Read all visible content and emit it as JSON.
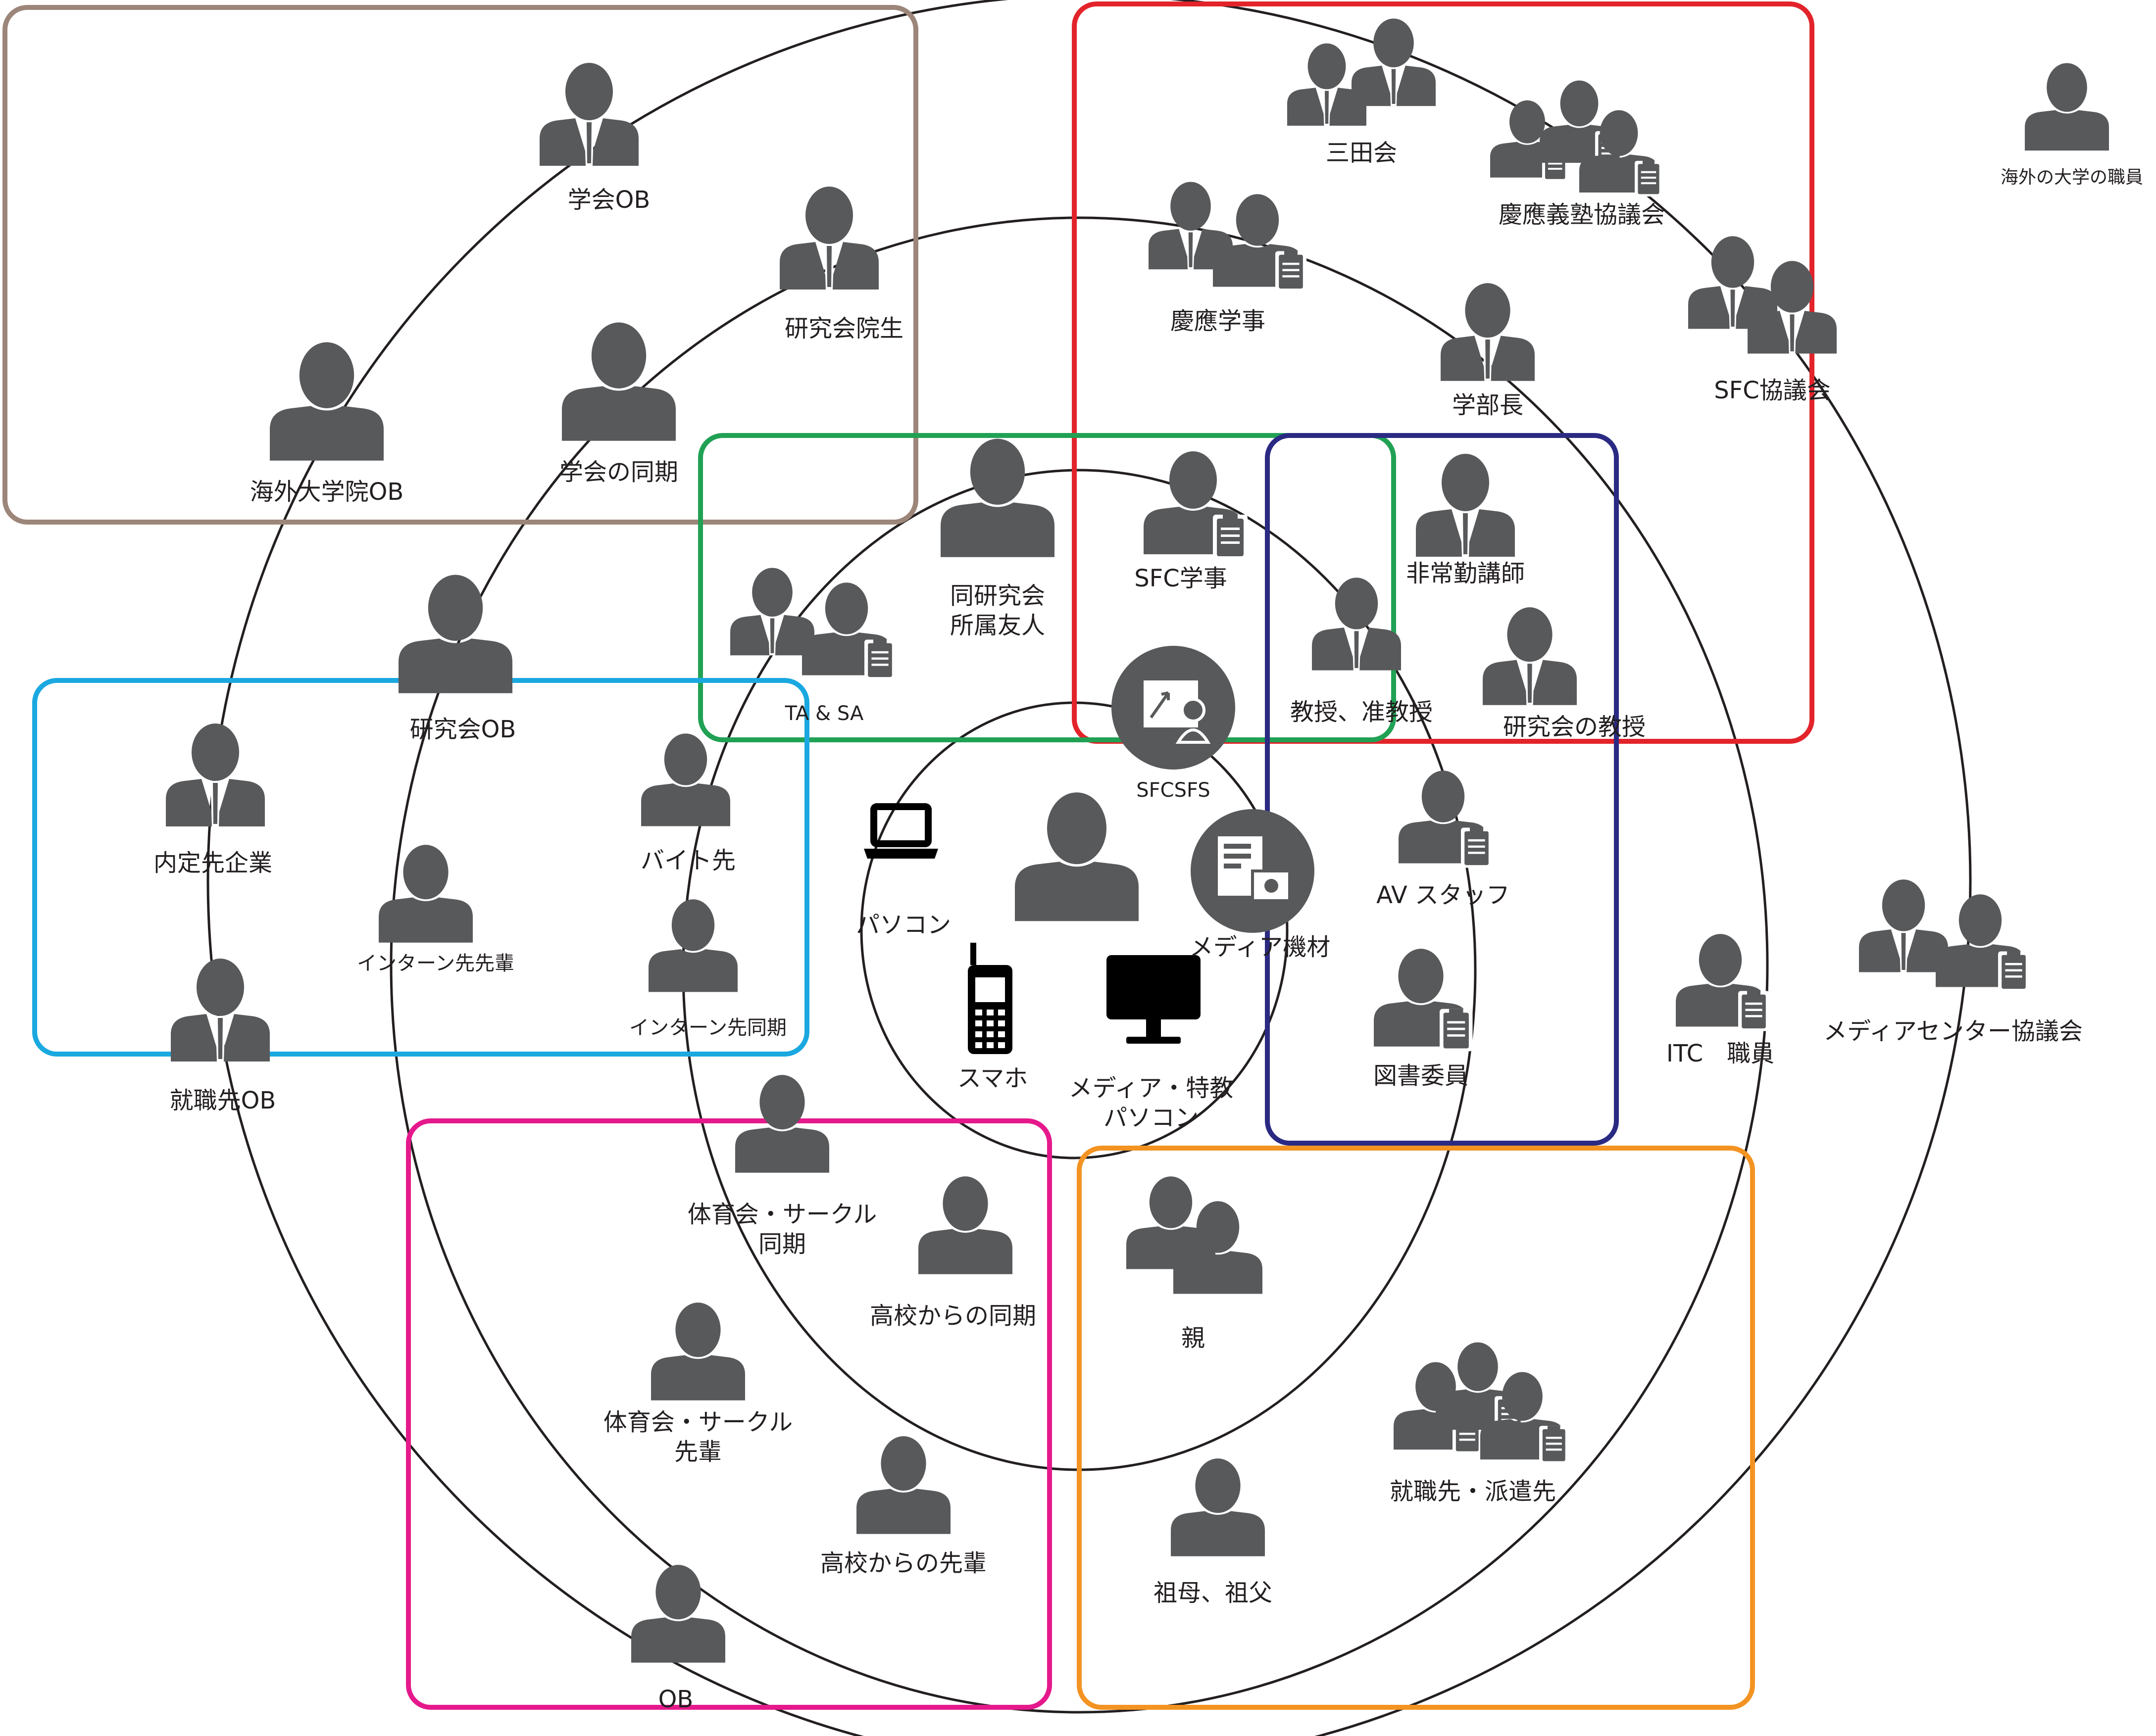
{
  "colors": {
    "person": "#58595b",
    "line": "#231f20",
    "group_research": "#9c8579",
    "group_keio": "#e3232a",
    "group_lab": "#20a154",
    "group_faculty": "#2b2a83",
    "group_work": "#1aa8e0",
    "group_club": "#e5198c",
    "group_family": "#f39322"
  },
  "center": {
    "label": ""
  },
  "nodes": {
    "gakkai_ob": "学会OB",
    "kenkyukai_insei": "研究会院生",
    "kaigai_daigakuin_ob": "海外大学院OB",
    "gakkai_doki": "学会の同期",
    "mitakai": "三田会",
    "keio_kyogikai": "慶應義塾協議会",
    "keio_gakuji": "慶應学事",
    "gakubucho": "学部長",
    "sfc_kyogikai": "SFC協議会",
    "kaigai_shokuin": "海外の大学の職員",
    "doken_yujin_1": "同研究会",
    "doken_yujin_2": "所属友人",
    "sfc_gakuji": "SFC学事",
    "hijokin": "非常勤講師",
    "kyoju": "教授、准教授",
    "kenkyukai_kyoju": "研究会の教授",
    "ta_sa": "TA & SA",
    "kenkyukai_ob": "研究会OB",
    "sfcsfs": "SFCSFS",
    "naitei": "内定先企業",
    "baito": "バイト先",
    "intern_senpai": "インターン先先輩",
    "intern_doki": "インターン先同期",
    "shushoku_ob": "就職先OB",
    "pasokon": "パソコン",
    "media_kizai": "メディア機材",
    "av_staff": "AV スタッフ",
    "sumaho": "スマホ",
    "media_pc_1": "メディア・特教",
    "media_pc_2": "パソコン",
    "tosho": "図書委員",
    "itc": "ITC　職員",
    "media_center": "メディアセンター協議会",
    "club_doki_1": "体育会・サークル",
    "club_doki_2": "同期",
    "koko_doki": "高校からの同期",
    "oya": "親",
    "club_senpai_1": "体育会・サークル",
    "club_senpai_2": "先輩",
    "koko_senpai": "高校からの先輩",
    "shushoku_haken": "就職先・派遣先",
    "sofubo": "祖母、祖父",
    "ob": "OB"
  }
}
